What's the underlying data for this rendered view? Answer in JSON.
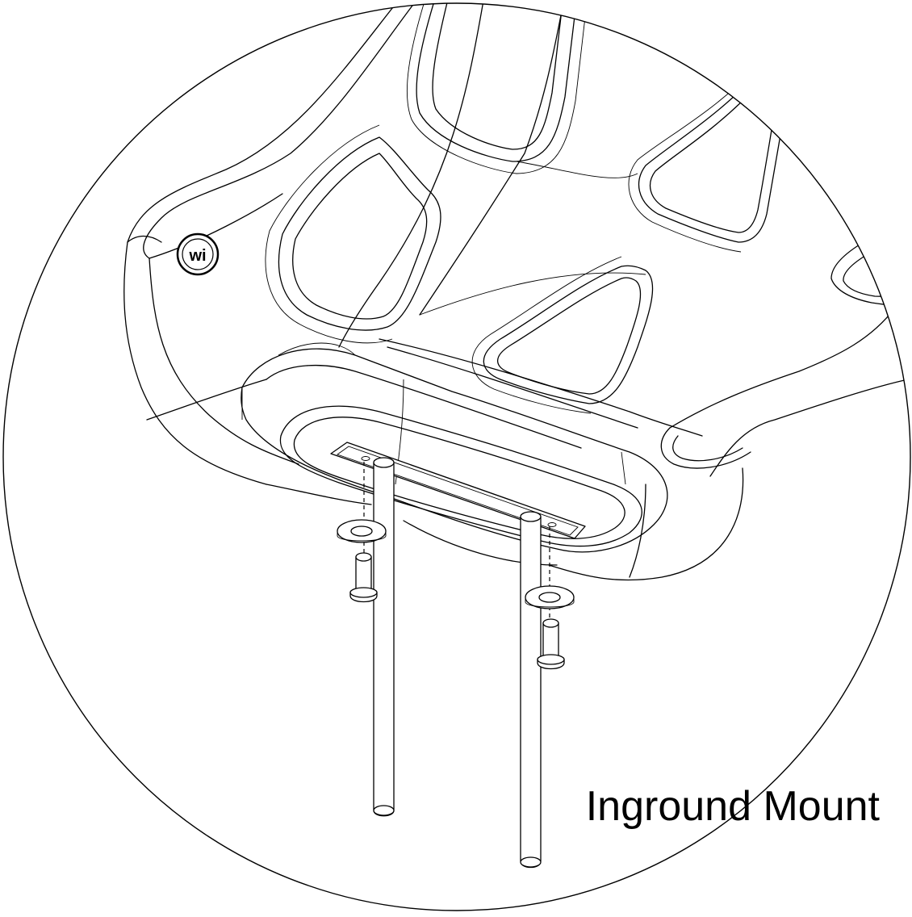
{
  "diagram": {
    "caption": "Inground Mount",
    "logo_text": "wi",
    "line_color": "#000000",
    "background_color": "#ffffff",
    "parts": {
      "seat": "seat-body",
      "mount_plate": "mounting-plate",
      "posts": 2,
      "bolts": 2,
      "washers": 2
    }
  }
}
